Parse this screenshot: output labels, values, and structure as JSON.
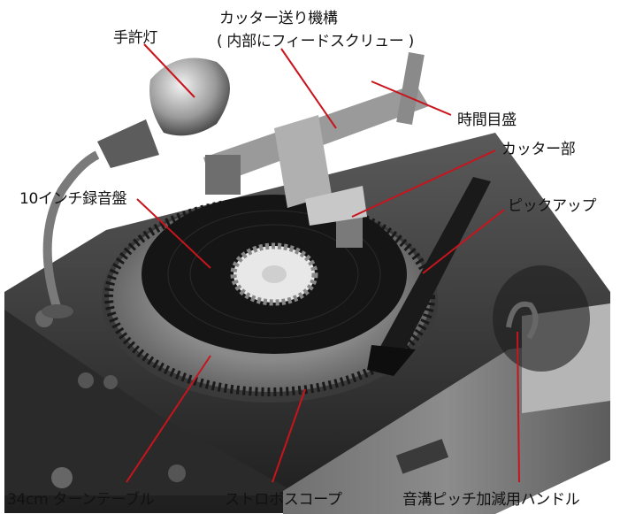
{
  "labels": {
    "lamp": "手許灯",
    "cutter_feed": "カッター送り機構",
    "cutter_feed_sub": "( 内部にフィードスクリュー )",
    "timer_scale": "時間目盛",
    "cutter_unit": "カッター部",
    "record_disc": "10インチ録音盤",
    "pickup": "ピックアップ",
    "turntable": "34cm ターンテーブル",
    "stroboscope": "ストロボスコープ",
    "pitch_handle": "音溝ピッチ加減用ハンドル"
  },
  "colors": {
    "leader": "#c8141c",
    "background": "#ffffff",
    "text": "#111111"
  }
}
